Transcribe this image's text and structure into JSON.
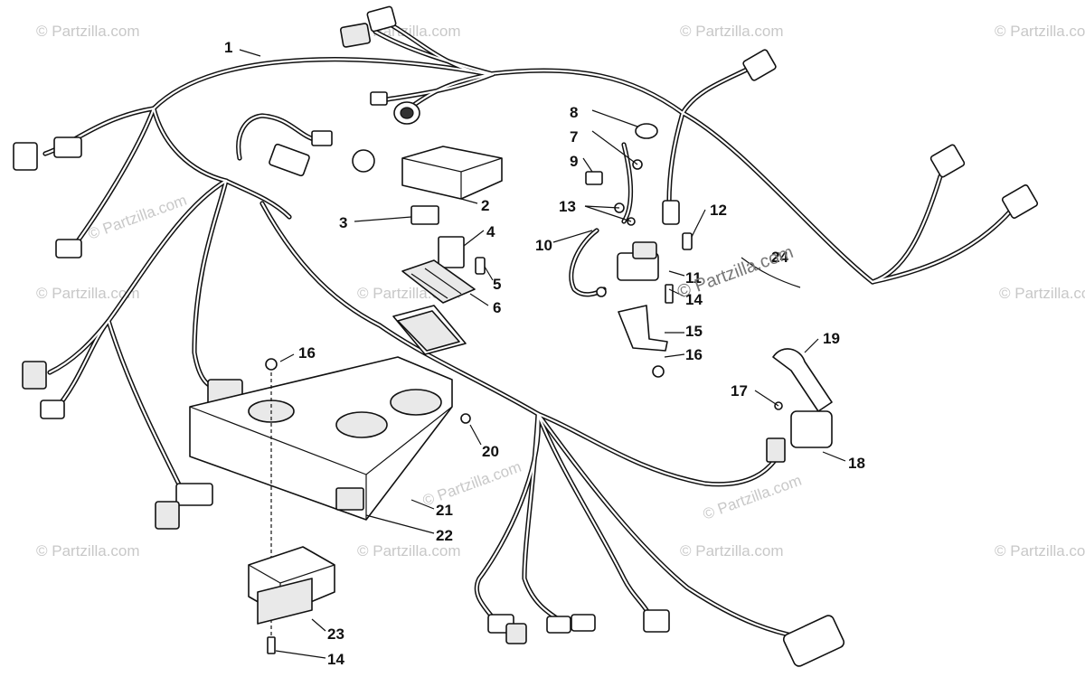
{
  "watermark": {
    "text": "© Partzilla.com",
    "overlay_text": "© Partzilla.com"
  },
  "callouts": [
    "1",
    "2",
    "3",
    "4",
    "5",
    "6",
    "7",
    "8",
    "9",
    "10",
    "11",
    "12",
    "13",
    "14",
    "15",
    "16",
    "17",
    "18",
    "19",
    "20",
    "21",
    "22",
    "23",
    "24"
  ],
  "callout_14b": "14",
  "callout_16b": "16"
}
